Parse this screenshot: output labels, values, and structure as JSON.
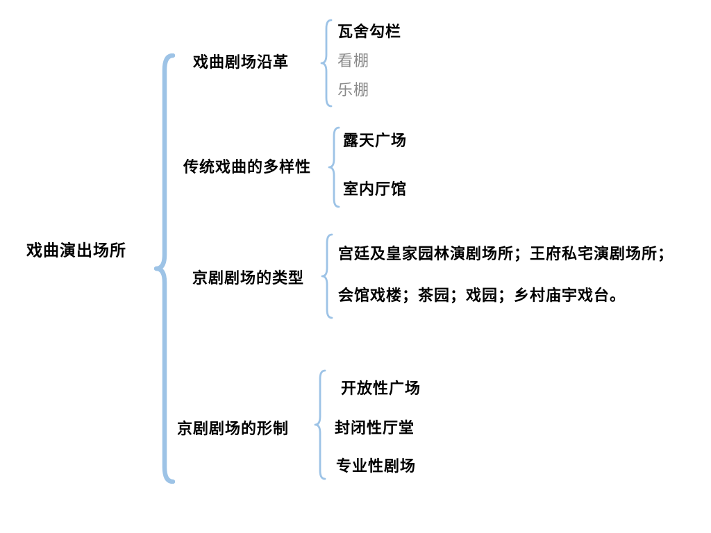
{
  "diagram": {
    "root": "戏曲演出场所",
    "branches": [
      {
        "label": "戏曲剧场沿革",
        "children": [
          {
            "text": "瓦舍勾栏"
          },
          {
            "text": "看棚"
          },
          {
            "text": "乐棚"
          }
        ]
      },
      {
        "label": "传统戏曲的多样性",
        "children": [
          {
            "text": "露天广场"
          },
          {
            "text": "室内厅馆"
          }
        ]
      },
      {
        "label": "京剧剧场的类型",
        "children": [
          {
            "text": "宫廷及皇家园林演剧场所；王府私宅演剧场所；"
          },
          {
            "text": "会馆戏楼；茶园；戏园；乡村庙宇戏台。"
          }
        ]
      },
      {
        "label": "京剧剧场的形制",
        "children": [
          {
            "text": "开放性广场"
          },
          {
            "text": "封闭性厅堂"
          },
          {
            "text": "专业性剧场"
          }
        ]
      }
    ],
    "colors": {
      "brace": "#9DC3E6",
      "text": "#000000",
      "muted": "#8A8A8A"
    }
  }
}
